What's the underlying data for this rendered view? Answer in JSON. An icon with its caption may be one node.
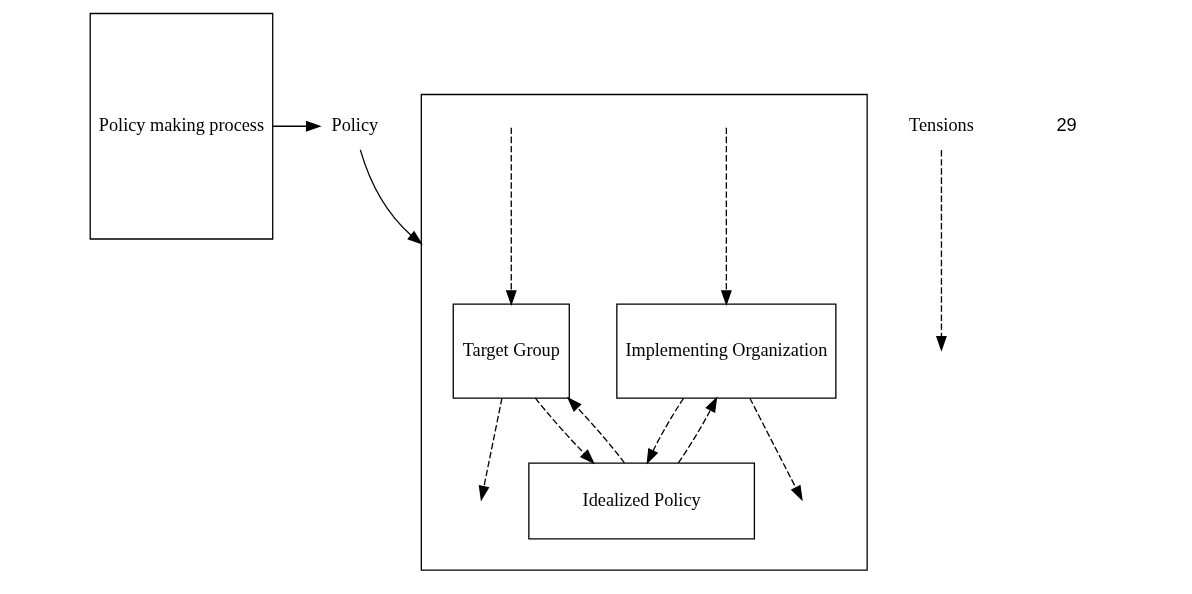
{
  "diagram": {
    "nodes": [
      {
        "text": [
          "Policy making process"
        ]
      },
      {
        "text": [
          "Policy"
        ]
      },
      {
        "text": [],
        "shape": "box"
      },
      {
        "text": [
          "Implementing Organization"
        ],
        "in": 2
      },
      {
        "text": [
          "Target Group"
        ],
        "in": 2
      },
      {
        "text": [
          "Idealized Policy"
        ],
        "in": 2
      },
      {
        "text": [
          "Tensions"
        ]
      }
    ],
    "edges": [
      {
        "from": 0,
        "to": 1,
        "arrow": "to"
      },
      {
        "from": 1,
        "to": 2,
        "arrow": "to"
      },
      {
        "from": null,
        "to": 3,
        "arrow": "to",
        "style": "dashed"
      },
      {
        "from": 3,
        "to": null,
        "arrow": "to",
        "style": "dashed"
      },
      {
        "from": 5,
        "to": 3,
        "arrow": "to",
        "style": "dashed"
      },
      {
        "from": 3,
        "to": 5,
        "arrow": "to",
        "style": "dashed"
      },
      {
        "from": 5,
        "to": 4,
        "arrow": "to",
        "style": "dashed"
      },
      {
        "from": 4,
        "to": 5,
        "arrow": "to",
        "style": "dashed"
      },
      {
        "from": null,
        "to": 4,
        "arrow": "to",
        "style": "dashed"
      },
      {
        "from": 4,
        "to": null,
        "arrow": "to",
        "style": "dashed"
      },
      {
        "from": 6,
        "to": null,
        "arrow": "to",
        "style": "dashed"
      }
    ],
    "labels": [
      "29"
    ]
  }
}
